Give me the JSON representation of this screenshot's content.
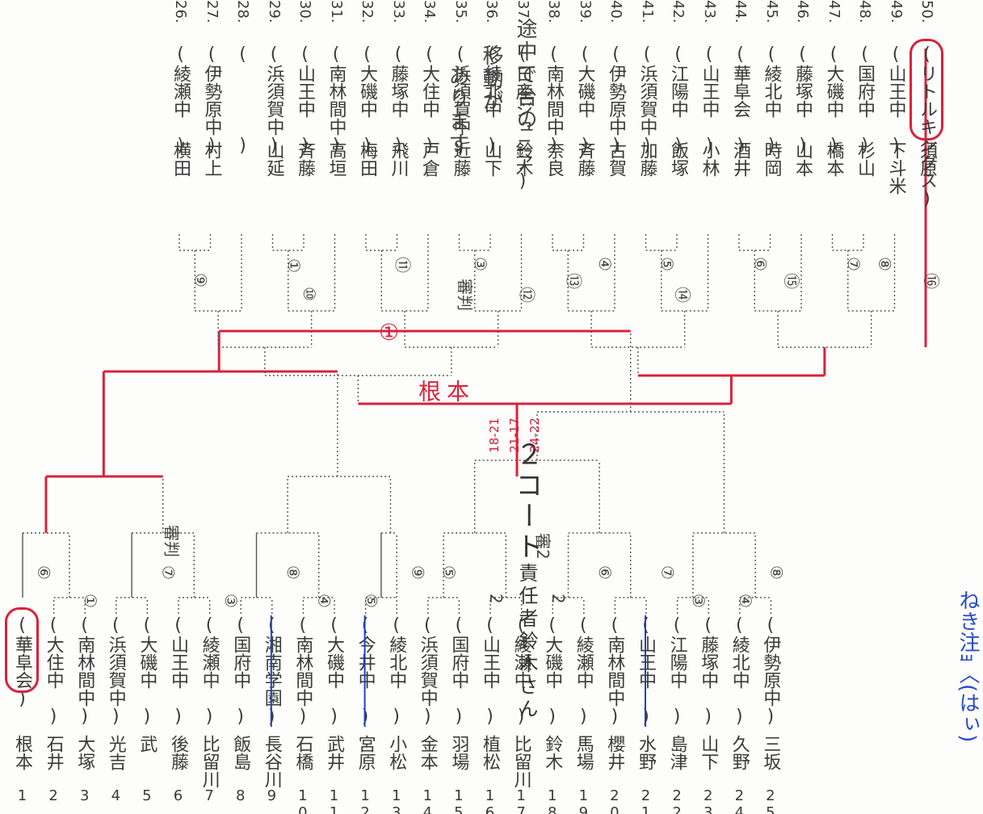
{
  "court_title": {
    "court": "２コート",
    "manager": "責任者鈴木さん"
  },
  "note": [
    "途中で台の",
    "移動が",
    "あります"
  ],
  "final_mark": {
    "number": "①",
    "name_1": "根",
    "name_2": "本",
    "scores": [
      "18-21",
      "21-17",
      "24-22"
    ]
  },
  "left_players": [
    {
      "no": "1.",
      "name": "根本",
      "school": "(華阜会)",
      "circled": true
    },
    {
      "no": "2.",
      "name": "石井",
      "school": "(大住中　)"
    },
    {
      "no": "3.",
      "name": "大塚",
      "school": "(南林間中)"
    },
    {
      "no": "4.",
      "name": "光吉",
      "school": "(浜須賀中)"
    },
    {
      "no": "5.",
      "name": "武",
      "school": "(大磯中　)"
    },
    {
      "no": "6.",
      "name": "後藤",
      "school": "(山王中　)"
    },
    {
      "no": "7.",
      "name": "比留川",
      "school": "(綾瀬中　)"
    },
    {
      "no": "8.",
      "name": "飯島",
      "school": "(国府中　)"
    },
    {
      "no": "9.",
      "name": "長谷川",
      "school": "(湘南学園)",
      "struck": true
    },
    {
      "no": "10.",
      "name": "石橋",
      "school": "(南林間中)"
    },
    {
      "no": "11.",
      "name": "武井",
      "school": "(大磯中　)"
    },
    {
      "no": "12.",
      "name": "宮原",
      "school": "(今井中　)",
      "struck": true
    },
    {
      "no": "13.",
      "name": "小松",
      "school": "(綾北中　)"
    },
    {
      "no": "14.",
      "name": "金本",
      "school": "(浜須賀中)"
    },
    {
      "no": "15.",
      "name": "羽場",
      "school": "(国府中　)"
    },
    {
      "no": "16.",
      "name": "植松",
      "school": "(山王中　)"
    },
    {
      "no": "17.",
      "name": "比留川",
      "school": "(綾瀬中　)"
    },
    {
      "no": "18.",
      "name": "鈴木",
      "school": "(大磯中　)"
    },
    {
      "no": "19.",
      "name": "馬場",
      "school": "(綾瀬中　)"
    },
    {
      "no": "20.",
      "name": "櫻井",
      "school": "(南林間中)"
    },
    {
      "no": "21.",
      "name": "水野",
      "school": "(山王中　)",
      "struck": true
    },
    {
      "no": "22.",
      "name": "島津",
      "school": "(江陽中　)"
    },
    {
      "no": "23.",
      "name": "山下",
      "school": "(藤塚中　)"
    },
    {
      "no": "24.",
      "name": "久野",
      "school": "(綾北中　)"
    },
    {
      "no": "25.",
      "name": "三坂",
      "school": "(伊勢原中)"
    }
  ],
  "right_players": [
    {
      "no": "26.",
      "name": "横田",
      "school": "(綾瀬中　)"
    },
    {
      "no": "27.",
      "name": "村上",
      "school": "(伊勢原中)"
    },
    {
      "no": "28.",
      "name": "",
      "school": "(　　　　)"
    },
    {
      "no": "29.",
      "name": "山延",
      "school": "(浜須賀中)"
    },
    {
      "no": "30.",
      "name": "斉藤",
      "school": "(山王中　)"
    },
    {
      "no": "31.",
      "name": "高垣",
      "school": "(南林間中)"
    },
    {
      "no": "32.",
      "name": "梅田",
      "school": "(大磯中　)"
    },
    {
      "no": "33.",
      "name": "飛川",
      "school": "(藤塚中　)"
    },
    {
      "no": "34.",
      "name": "戸倉",
      "school": "(大住中　)"
    },
    {
      "no": "35.",
      "name": "近藤",
      "school": "(浜須賀中)"
    },
    {
      "no": "36.",
      "name": "山下",
      "school": "(綾北中　)"
    },
    {
      "no": "37.",
      "name": "鈴木",
      "school": "(日産ジュニア)"
    },
    {
      "no": "38.",
      "name": "奈良",
      "school": "(南林間中)"
    },
    {
      "no": "39.",
      "name": "斉藤",
      "school": "(大磯中　)"
    },
    {
      "no": "40.",
      "name": "古賀",
      "school": "(伊勢原中)"
    },
    {
      "no": "41.",
      "name": "加藤",
      "school": "(浜須賀中)"
    },
    {
      "no": "42.",
      "name": "飯塚",
      "school": "(江陽中　)"
    },
    {
      "no": "43.",
      "name": "小林",
      "school": "(山王中　)"
    },
    {
      "no": "44.",
      "name": "酒井",
      "school": "(華阜会　)"
    },
    {
      "no": "45.",
      "name": "時岡",
      "school": "(綾北中　)"
    },
    {
      "no": "46.",
      "name": "山本",
      "school": "(藤塚中　)"
    },
    {
      "no": "47.",
      "name": "橋本",
      "school": "(大磯中　)"
    },
    {
      "no": "48.",
      "name": "杉山",
      "school": "(国府中　)"
    },
    {
      "no": "49.",
      "name": "下斗米",
      "school": "(山王中　)"
    },
    {
      "no": "50.",
      "name": "須原",
      "school": "(リトルキングス)",
      "circled": true
    }
  ],
  "match_labels_left": [
    "⑥",
    "①",
    "⑦",
    "③",
    "⑧",
    "④",
    "⑤",
    "⑨",
    "⑤",
    "2",
    "2",
    "⑥",
    "⑦",
    "③",
    "④",
    "⑧"
  ],
  "match_labels_right": [
    "⑨",
    "①",
    "⑩",
    "⑪",
    "③",
    "⑫",
    "⑬",
    "④",
    "⑤",
    "⑭",
    "⑥",
    "⑮",
    "⑦",
    "⑧",
    "⑯"
  ],
  "judge_labels": [
    "審判",
    "審判",
    "審2"
  ],
  "hint_text": "ねき注ｮ〈(はぃ)",
  "colors": {
    "ink": "#3a3a3a",
    "red": "#d8223b",
    "blue": "#2142b8",
    "dotted": "#555555"
  }
}
